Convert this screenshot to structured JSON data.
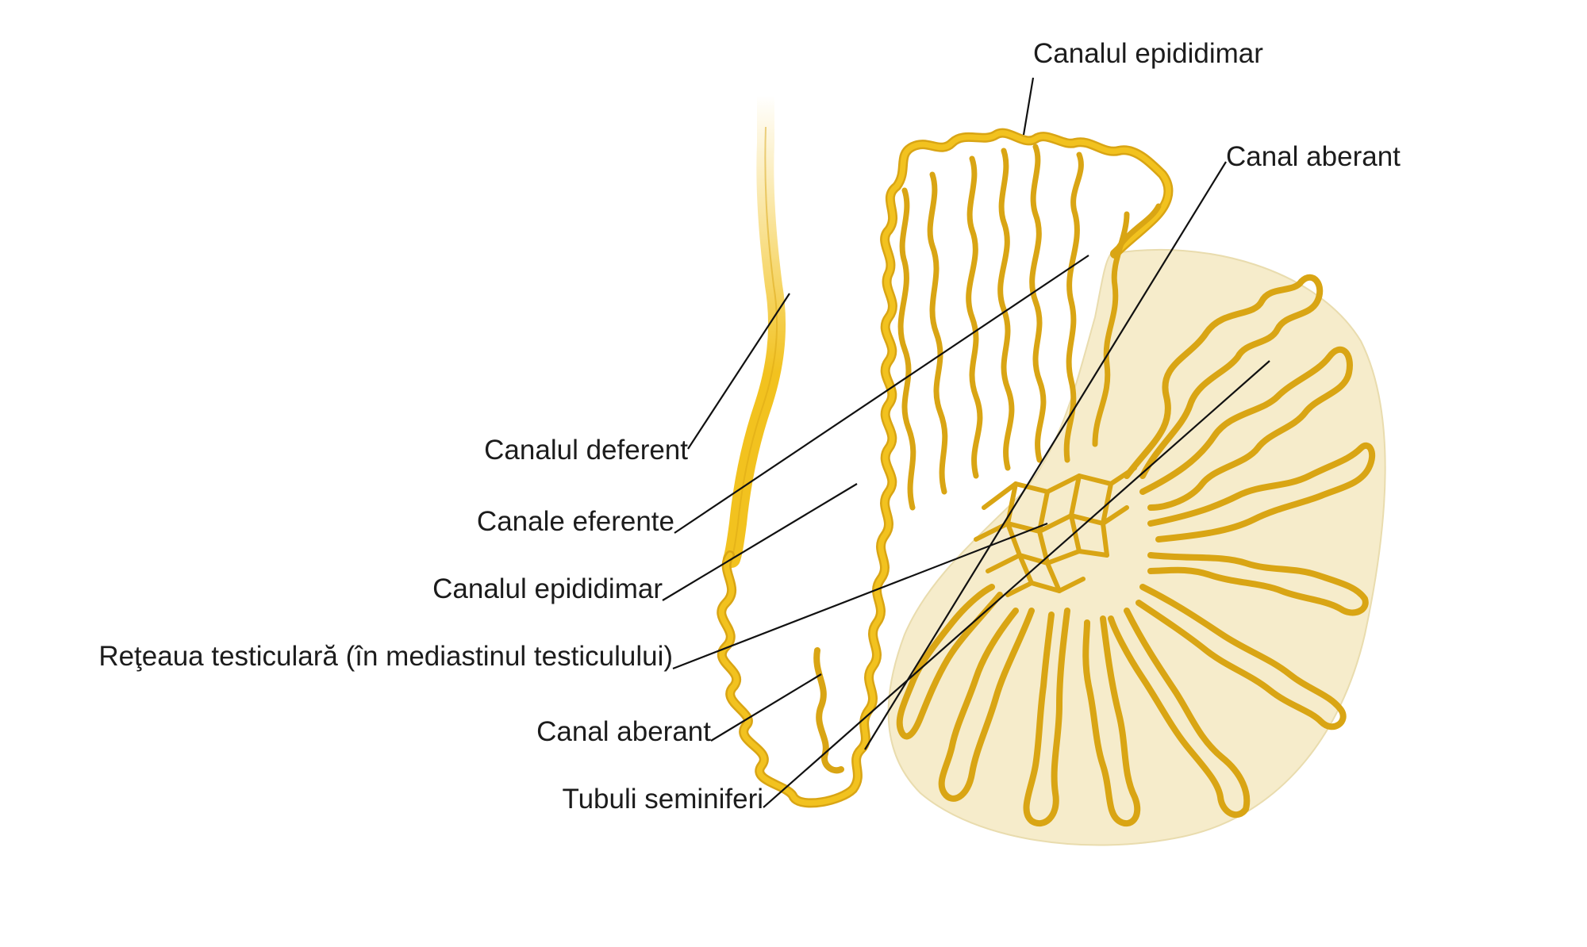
{
  "labels": {
    "canalul_epididimar_top": "Canalul epididimar",
    "canal_aberant_top": "Canal aberant",
    "canalul_deferent": "Canalul deferent",
    "canale_eferente": "Canale eferente",
    "canalul_epididimar": "Canalul epididimar",
    "reteaua_testiculara": "Reţeaua testiculară (în mediastinul testiculului)",
    "canal_aberant": "Canal aberant",
    "tubuli_seminiferi": "Tubuli seminiferi"
  },
  "colors": {
    "duct": "#f2c21f",
    "duct_outline": "#d9a514",
    "testis_fill": "#f6eccb",
    "leader_lines": "#111111"
  }
}
